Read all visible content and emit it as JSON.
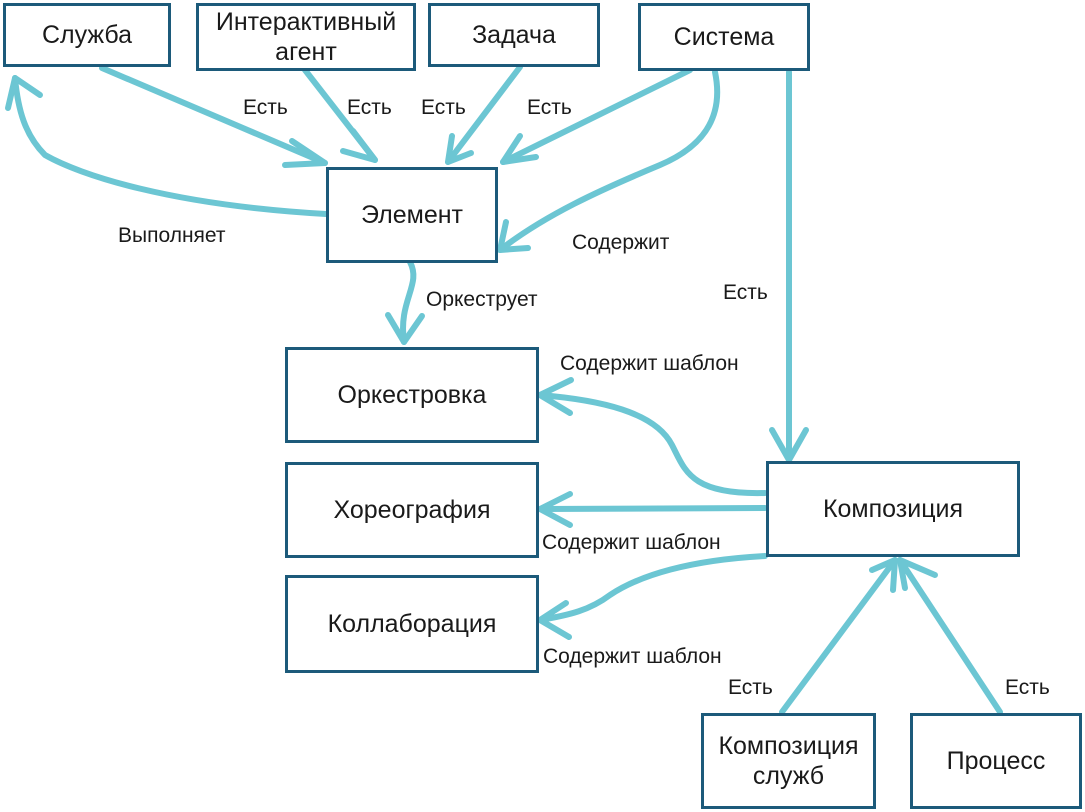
{
  "colors": {
    "node_border": "#1c5a7a",
    "edge": "#6cc6d3",
    "text": "#1a1a1a"
  },
  "nodes": {
    "service": "Служба",
    "agent": "Интерактивный\nагент",
    "task": "Задача",
    "system": "Система",
    "element": "Элемент",
    "orchestration": "Оркестровка",
    "choreography": "Хореография",
    "collaboration": "Коллаборация",
    "composition": "Композиция",
    "service_composition": "Композиция\nслужб",
    "process": "Процесс"
  },
  "edges": {
    "service_is": "Есть",
    "agent_is": "Есть",
    "task_is": "Есть",
    "system_is": "Есть",
    "performs": "Выполняет",
    "contains": "Содержит",
    "system_is_composition": "Есть",
    "orchestrates": "Оркеструет",
    "orch_template": "Содержит шаблон",
    "chor_template": "Содержит шаблон",
    "collab_template": "Содержит шаблон",
    "svc_comp_is": "Есть",
    "process_is": "Есть"
  }
}
